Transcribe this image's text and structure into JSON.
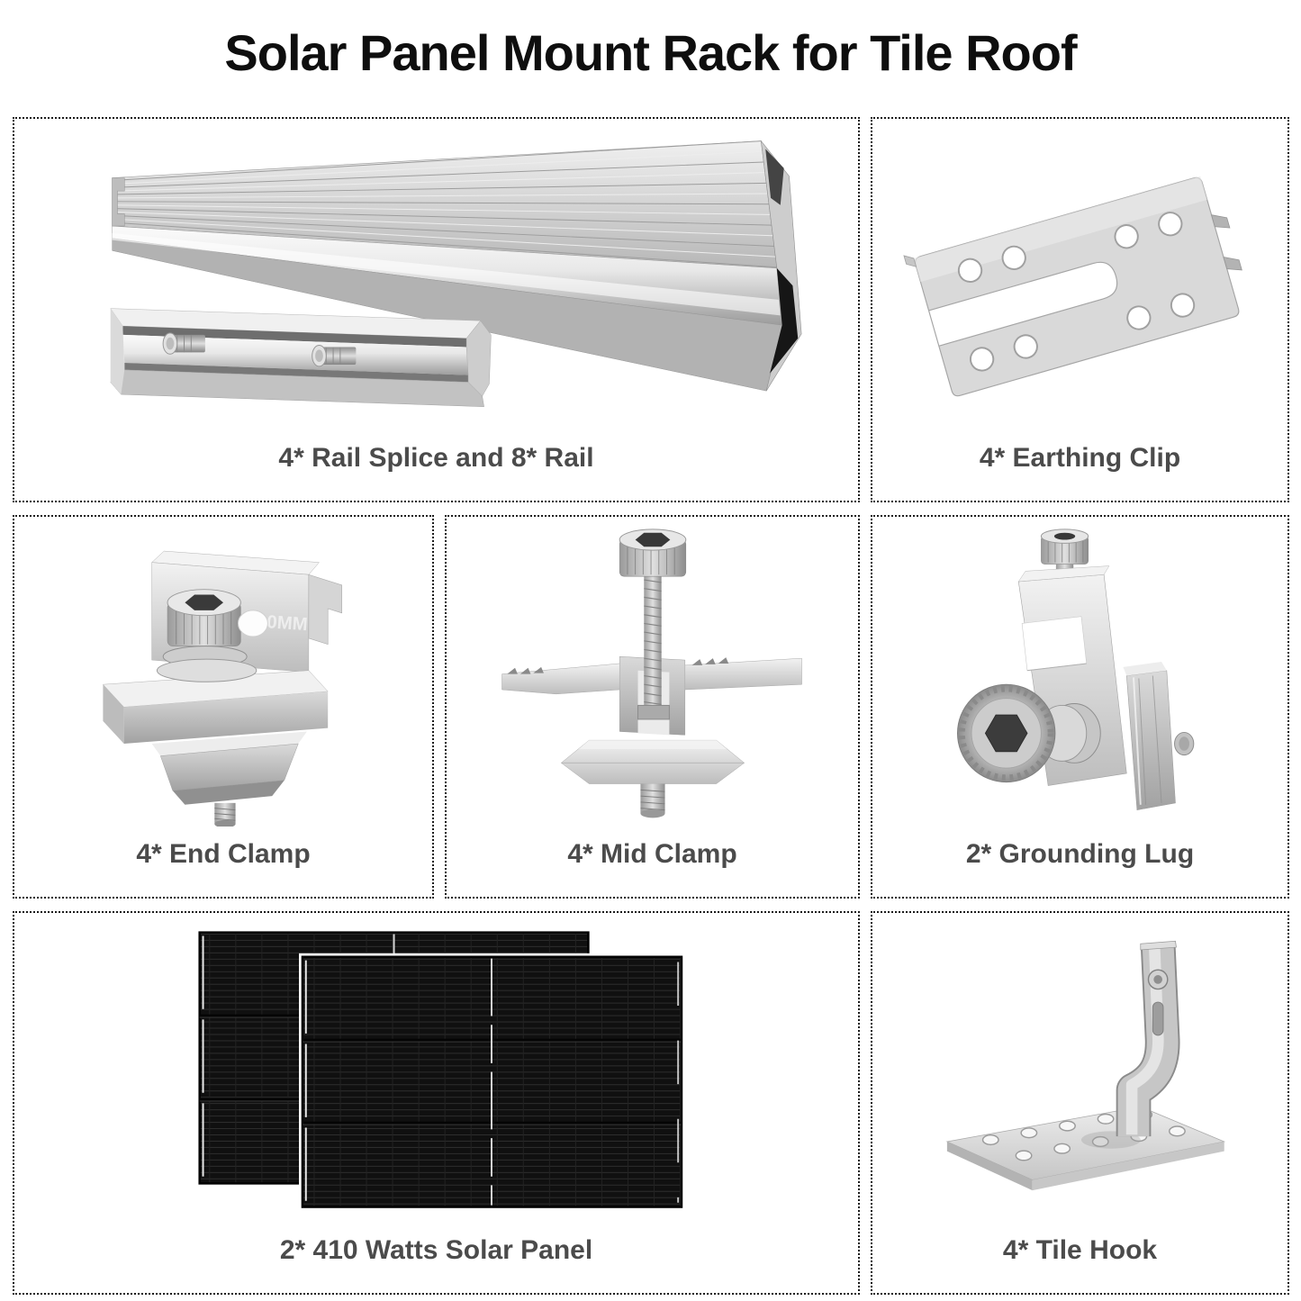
{
  "title": "Solar Panel Mount Rack for Tile Roof",
  "items": {
    "rail": {
      "label": "4* Rail Splice and 8* Rail"
    },
    "earthing_clip": {
      "label": "4* Earthing Clip"
    },
    "end_clamp": {
      "label": "4* End Clamp",
      "emboss": "30MM"
    },
    "mid_clamp": {
      "label": "4* Mid Clamp"
    },
    "grounding_lug": {
      "label": "2* Grounding Lug"
    },
    "solar_panel": {
      "label": "2* 410 Watts Solar Panel"
    },
    "tile_hook": {
      "label": "4* Tile Hook"
    }
  },
  "colors": {
    "background": "#ffffff",
    "border": "#1c1c1c",
    "title_text": "#0e0e0e",
    "label_text": "#4b4b4b",
    "aluminum_silver": "#d8d8d8",
    "panel_black": "#101010"
  }
}
